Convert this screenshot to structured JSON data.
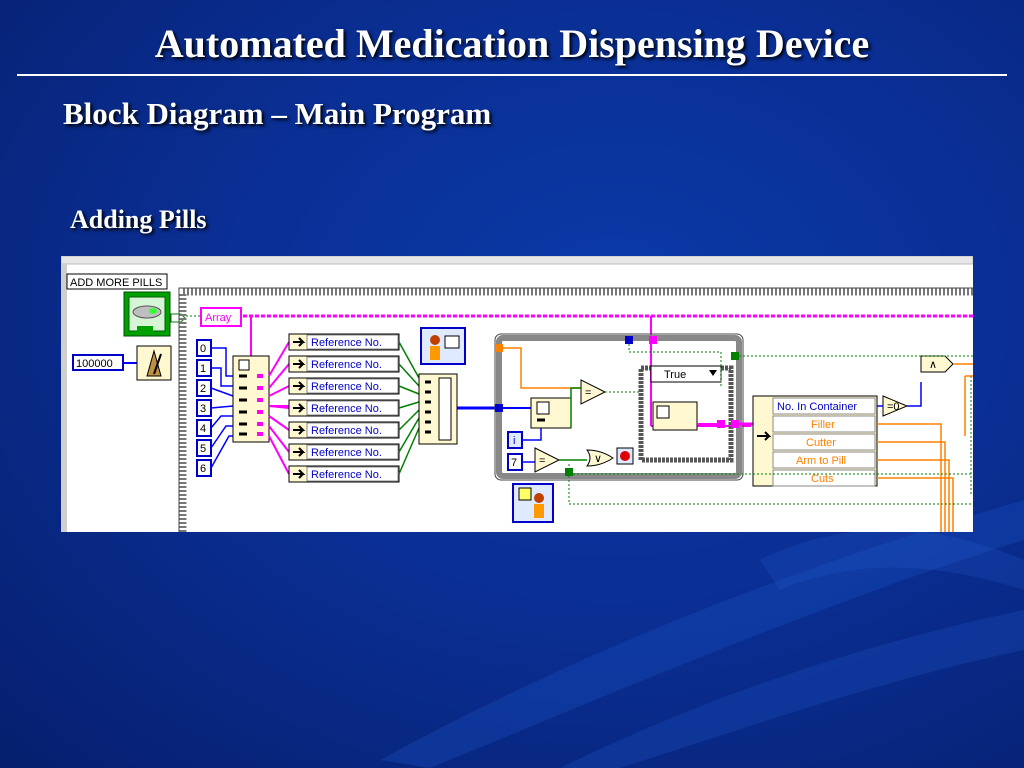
{
  "slide": {
    "title": "Automated Medication Dispensing Device",
    "subtitle": "Block Diagram – Main Program",
    "section": "Adding Pills"
  },
  "diagram": {
    "control_label": "ADD MORE PILLS",
    "wait_constant": "100000",
    "array_label": "Array",
    "index_constants": [
      "0",
      "1",
      "2",
      "3",
      "4",
      "5",
      "6"
    ],
    "reference_labels": [
      "Reference No.",
      "Reference No.",
      "Reference No.",
      "Reference No.",
      "Reference No.",
      "Reference No.",
      "Reference No."
    ],
    "loop_iteration": "i",
    "loop_count": "7",
    "case_selector": "True",
    "cluster_fields": [
      "No. In Container",
      "Filler",
      "Cutter",
      "Arm to Pill",
      "Cuts"
    ],
    "colors": {
      "slide_bg": "#0a2f95",
      "title_text": "#ffffff",
      "wire_pink": "#ff00ff",
      "wire_blue": "#0000ff",
      "wire_orange": "#ff8000",
      "wire_green": "#008000",
      "label_blue": "#0000c8",
      "cluster_orange": "#ff8000"
    }
  }
}
